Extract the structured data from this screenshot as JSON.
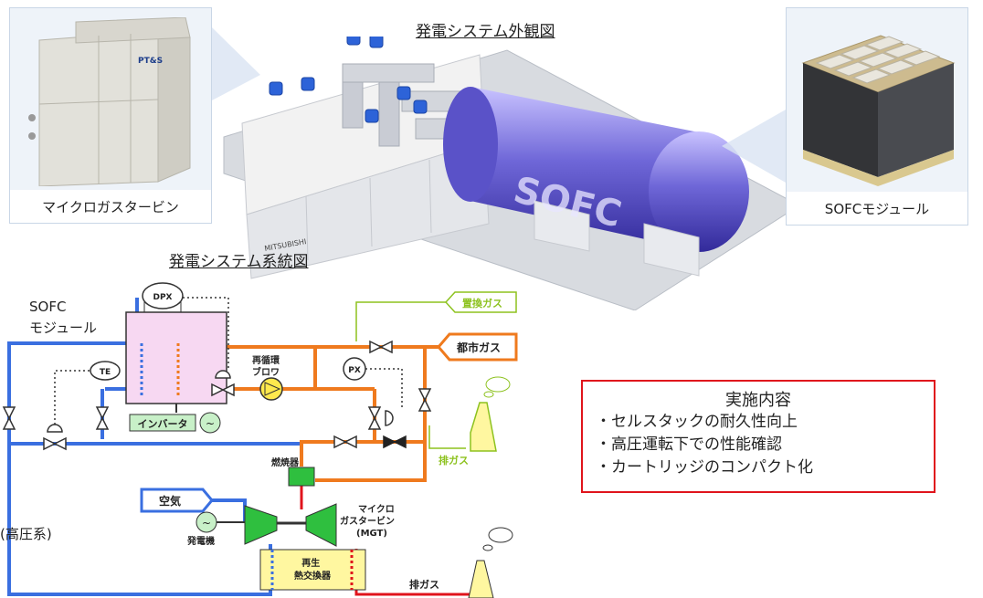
{
  "exterior_title": "発電システム外観図",
  "micro_gas_turbine_caption": "マイクロガスタービン",
  "sofc_module_caption": "SOFCモジュール",
  "mgt_unit_badge": "PT&S",
  "vessel_label": "SOFC",
  "maker_logo_text": "MITSUBISHI",
  "diagram_title": "発電システム系統図",
  "diagram": {
    "sofc_module_label": "SOFC\nモジュール",
    "dpx": "DPX",
    "te": "TE",
    "px": "PX",
    "recirculation_blower": "再循環\nブロワ",
    "inverter": "インバータ",
    "purge_gas": "置換ガス",
    "city_gas": "都市ガス",
    "exhaust_gas_upper": "排ガス",
    "combustor": "燃焼器",
    "air": "空気",
    "generator": "発電機",
    "mgt_label": "マイクロ\nガスタービン\n(MGT)",
    "recuperator": "再生\n熱交換器",
    "exhaust_gas_lower": "排ガス",
    "high_pressure_system": "(高圧系)"
  },
  "tasks": {
    "title": "実施内容",
    "items": [
      "・セルスタックの耐久性向上",
      "・高圧運転下での性能確認",
      "・カートリッジのコンパクト化"
    ]
  },
  "colors": {
    "air_line": "#3a6fe0",
    "fuel_line": "#ef7a1e",
    "exhaust_line": "#e0141c",
    "purge_line": "#8dc21f",
    "component_green": "#2fbf3f",
    "task_border": "#e0141c"
  }
}
